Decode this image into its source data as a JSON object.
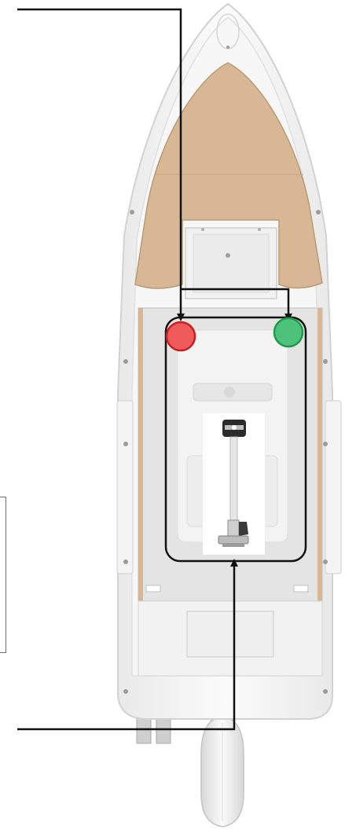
{
  "diagram": {
    "subject": "boat-deck-plan",
    "colors": {
      "hull": "#f4f4f4",
      "hull_edge": "#d9d9d9",
      "teak_deck": "#d8b894",
      "teak_edge": "#b99a76",
      "cockpit_floor": "#e6e6e6",
      "navigation_light_port": "#e53935",
      "navigation_light_starboard": "#2eae5a",
      "lines": "#111111",
      "outboard_motor": "#efefef"
    },
    "markers": [
      {
        "name": "port-light",
        "color": "red"
      },
      {
        "name": "starboard-light",
        "color": "green"
      }
    ],
    "icons": [
      "all-round-anchor-light-pole-icon"
    ]
  }
}
